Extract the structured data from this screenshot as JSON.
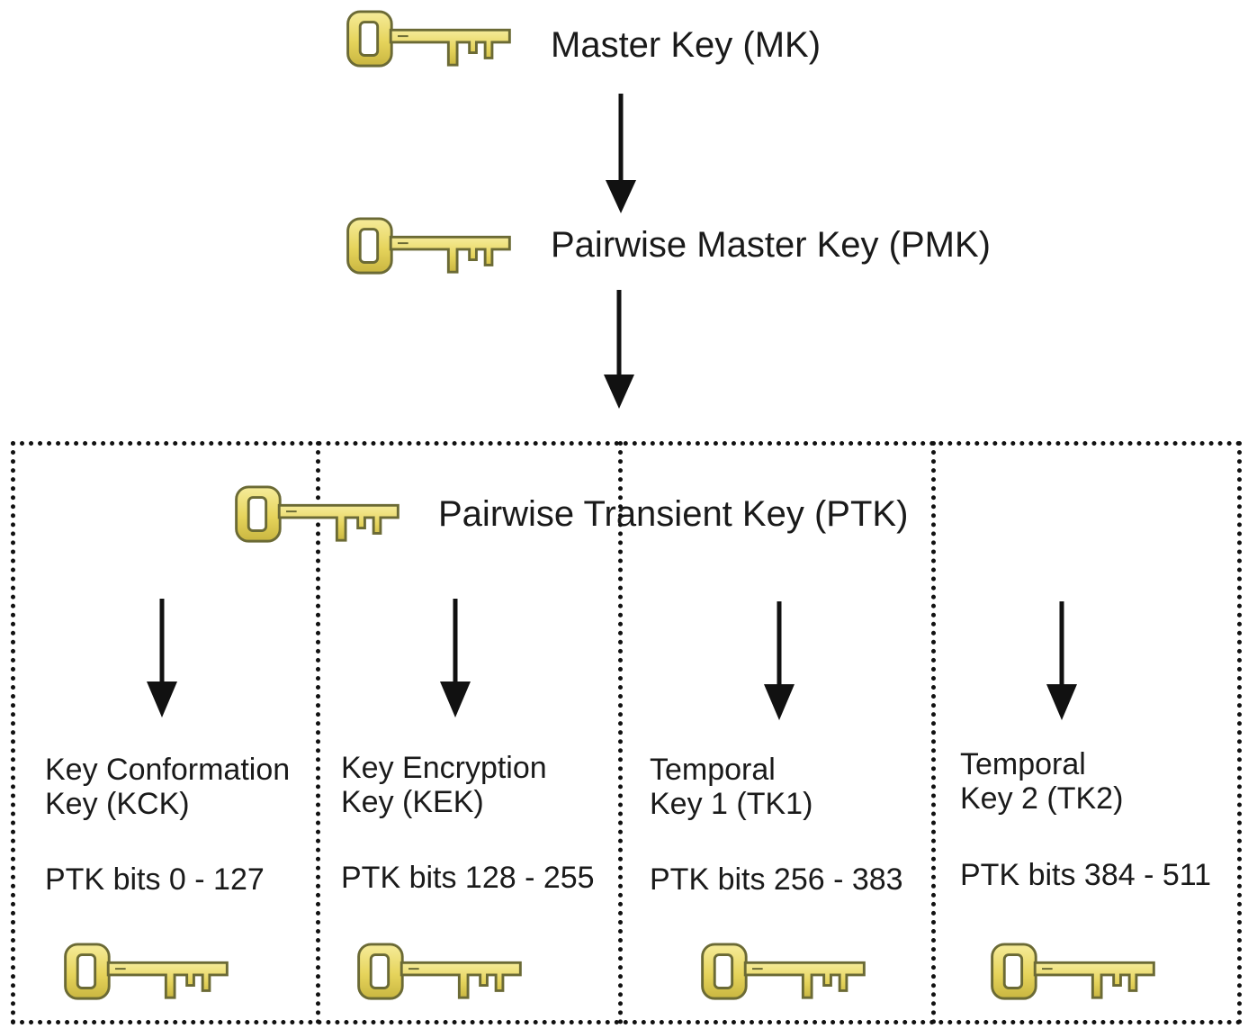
{
  "colors": {
    "key_fill": "#e9d96a",
    "key_stroke": "#6b6a35",
    "arrow": "#111111",
    "border": "#111111"
  },
  "icons": {
    "key": "key-icon"
  },
  "nodes": {
    "mk": {
      "label": "Master Key (MK)"
    },
    "pmk": {
      "label": "Pairwise Master Key (PMK)"
    },
    "ptk": {
      "label": "Pairwise Transient Key (PTK)"
    }
  },
  "subkeys": [
    {
      "line1": "Key Conformation",
      "line2": "Key (KCK)",
      "bits": "PTK bits 0 - 127"
    },
    {
      "line1": "Key Encryption",
      "line2": "Key (KEK)",
      "bits": "PTK bits 128 - 255"
    },
    {
      "line1": "Temporal",
      "line2": "Key 1 (TK1)",
      "bits": "PTK bits 256 - 383"
    },
    {
      "line1": "Temporal",
      "line2": "Key 2 (TK2)",
      "bits": "PTK bits 384 - 511"
    }
  ]
}
